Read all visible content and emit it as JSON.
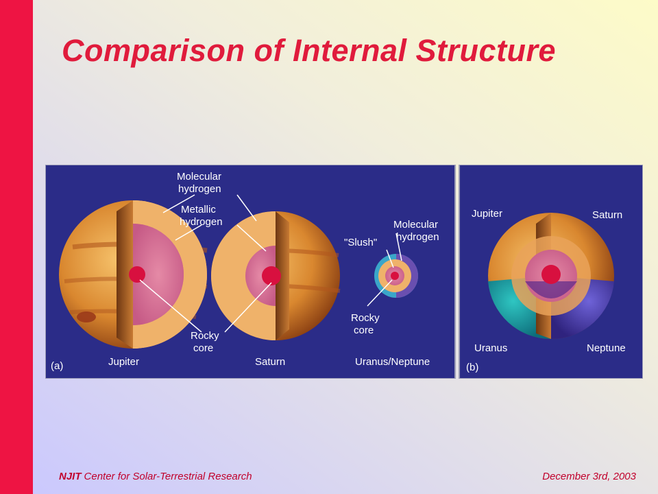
{
  "slide": {
    "title": "Comparison of Internal Structure",
    "accent_color": "#ee1443",
    "title_color": "#e01b3c"
  },
  "figure": {
    "panel_a": {
      "letter": "(a)",
      "labels": {
        "molecular_hydrogen_1": "Molecular",
        "molecular_hydrogen_2": "hydrogen",
        "metallic_hydrogen_1": "Metallic",
        "metallic_hydrogen_2": "hydrogen",
        "rocky_core_1": "Rocky",
        "rocky_core_2": "core",
        "slush": "\"Slush\"",
        "small_molecular_1": "Molecular",
        "small_molecular_2": "hydrogen",
        "small_rocky_1": "Rocky",
        "small_rocky_2": "core"
      },
      "planets": {
        "jupiter": "Jupiter",
        "saturn": "Saturn",
        "uranus_neptune": "Uranus/Neptune"
      }
    },
    "panel_b": {
      "letter": "(b)",
      "planets": {
        "jupiter": "Jupiter",
        "saturn": "Saturn",
        "uranus": "Uranus",
        "neptune": "Neptune"
      }
    }
  },
  "footer": {
    "brand": "NJIT",
    "org": "Center for Solar-Terrestrial Research",
    "date": "December 3rd, 2003"
  }
}
